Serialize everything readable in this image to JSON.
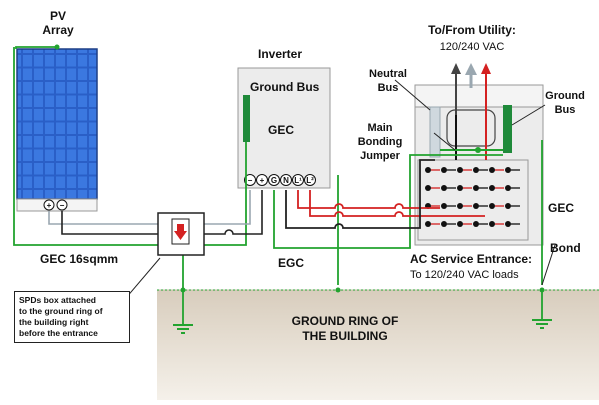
{
  "labels": {
    "pv_array": [
      "PV",
      "Array"
    ],
    "inverter": "Inverter",
    "ground_bus_inverter": "Ground Bus",
    "gec_inverter": "GEC",
    "utility_title": "To/From Utility:",
    "utility_voltage": "120/240 VAC",
    "neutral_bus": [
      "Neutral",
      "Bus"
    ],
    "ground_bus_panel": [
      "Ground",
      "Bus"
    ],
    "main_bonding_jumper": [
      "Main",
      "Bonding",
      "Jumper"
    ],
    "gec_panel": "GEC",
    "bond": "Bond",
    "gec_16": "GEC 16sqmm",
    "egc": "EGC",
    "ac_service_title": "AC Service Entrance:",
    "ac_service_sub": "To 120/240 VAC loads",
    "ground_ring": [
      "GROUND RING OF",
      "THE BUILDING"
    ],
    "spd_note": [
      "SPDs box attached",
      "to the ground ring of",
      "the building right",
      "before the entrance"
    ],
    "inverter_terminals": [
      "−",
      "+",
      "G",
      "N",
      "L¹",
      "L²"
    ],
    "pv_terminals": [
      "+",
      "−"
    ]
  },
  "colors": {
    "ground_green": "#22a32f",
    "bus_green": "#1f8a3a",
    "hot_red": "#d42121",
    "neutral_gray": "#9aa7b0",
    "panel_blue": "#2a5fc7",
    "ground_area": "#e8e1d5"
  }
}
